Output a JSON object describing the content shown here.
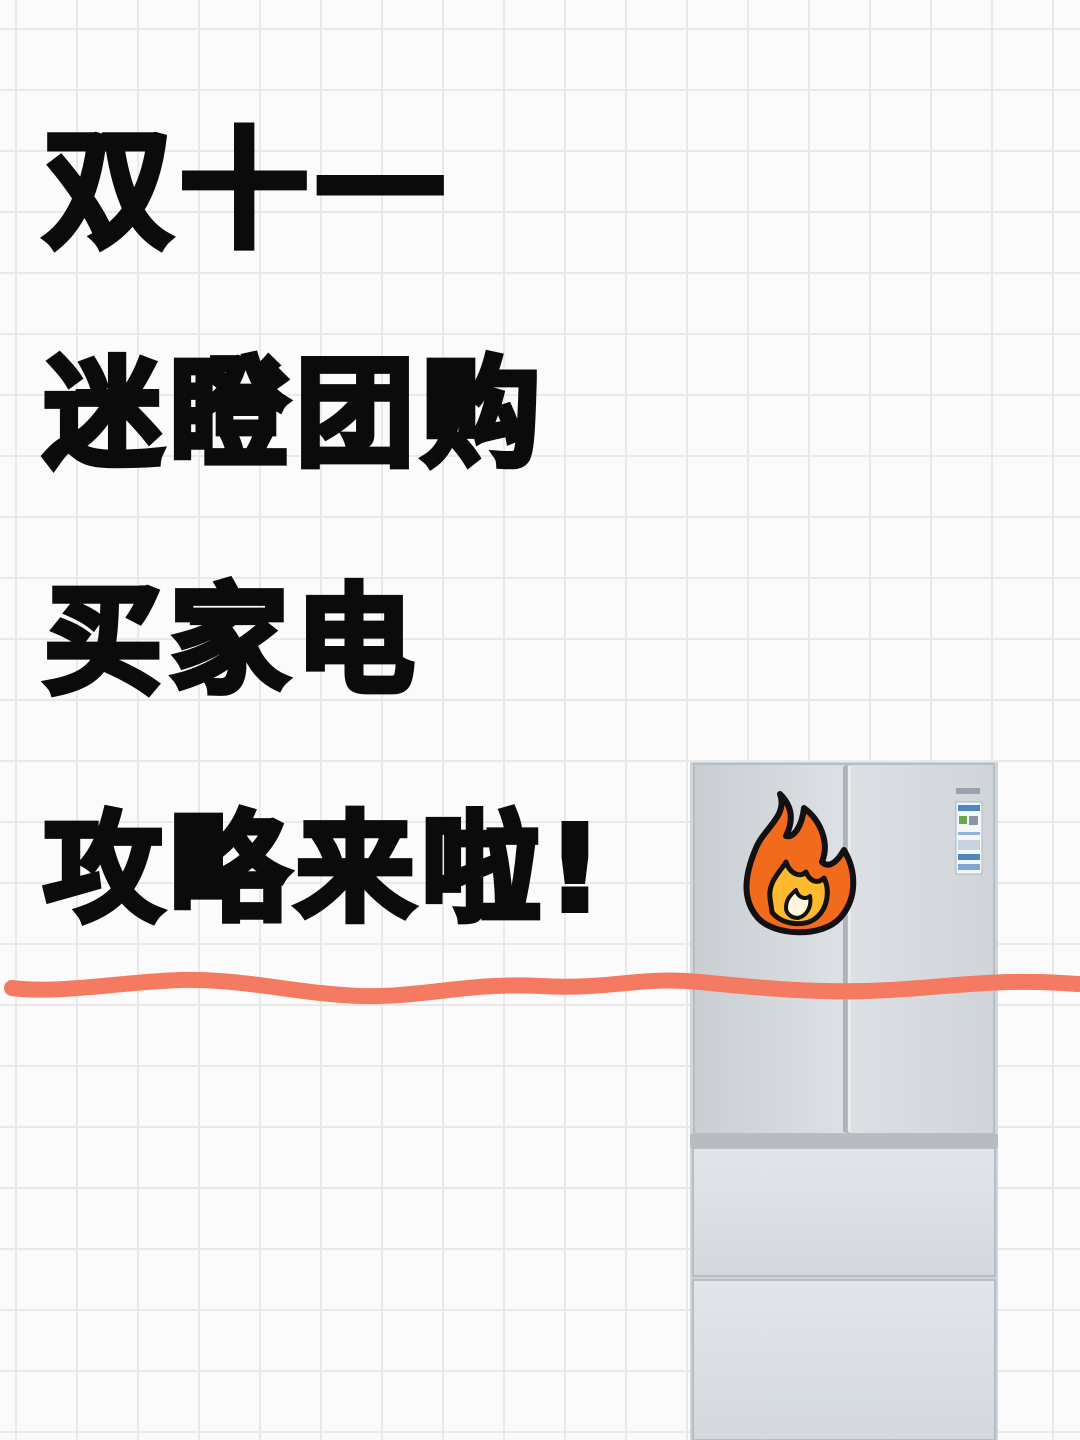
{
  "headline": {
    "line1": "双十一",
    "line2": "迷瞪团购",
    "line3": "买家电",
    "line4": "攻略来啦!"
  },
  "colors": {
    "text": "#0b0b0b",
    "wave": "#f47a62",
    "fridge": "#d9dde1",
    "fire_outer": "#f26a1b",
    "fire_inner": "#ffb92e"
  },
  "icons": [
    "fire-icon",
    "wavy-underline",
    "refrigerator-photo"
  ]
}
